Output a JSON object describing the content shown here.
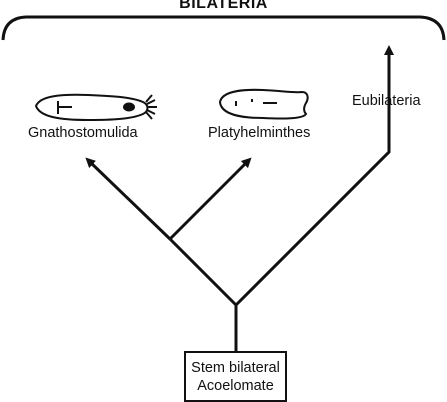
{
  "clade_title": "BILATERIA",
  "taxa": {
    "gnathostomulida": "Gnathostomulida",
    "platyhelminthes": "Platyhelminthes",
    "eubilateria": "Eubilateria"
  },
  "root": {
    "line1": "Stem bilateral",
    "line2": "Acoelomate"
  },
  "colors": {
    "ink": "#111111",
    "background": "#ffffff"
  }
}
